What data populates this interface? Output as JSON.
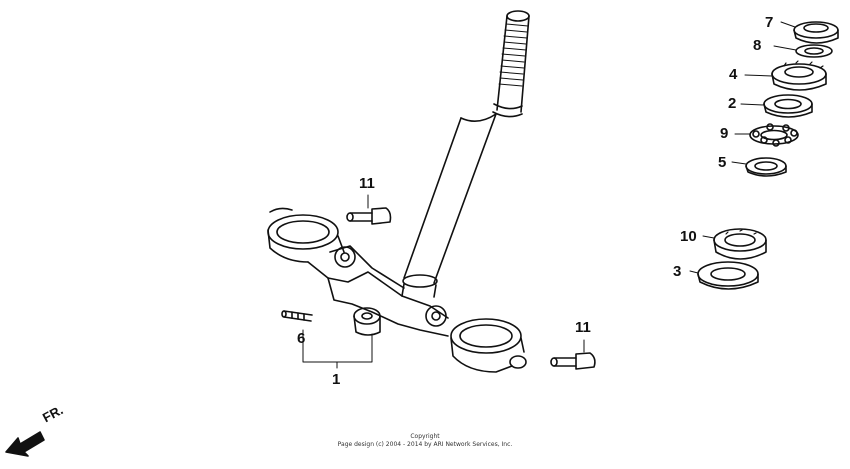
{
  "callouts": {
    "c1": "1",
    "c2": "2",
    "c3": "3",
    "c4": "4",
    "c5": "5",
    "c6": "6",
    "c7": "7",
    "c8": "8",
    "c9": "9",
    "c10": "10",
    "c11a": "11",
    "c11b": "11"
  },
  "direction_label": "FR.",
  "copyright": {
    "line1": "Copyright",
    "line2": "Page design (c) 2004 - 2014 by ARI Network Services, Inc."
  }
}
